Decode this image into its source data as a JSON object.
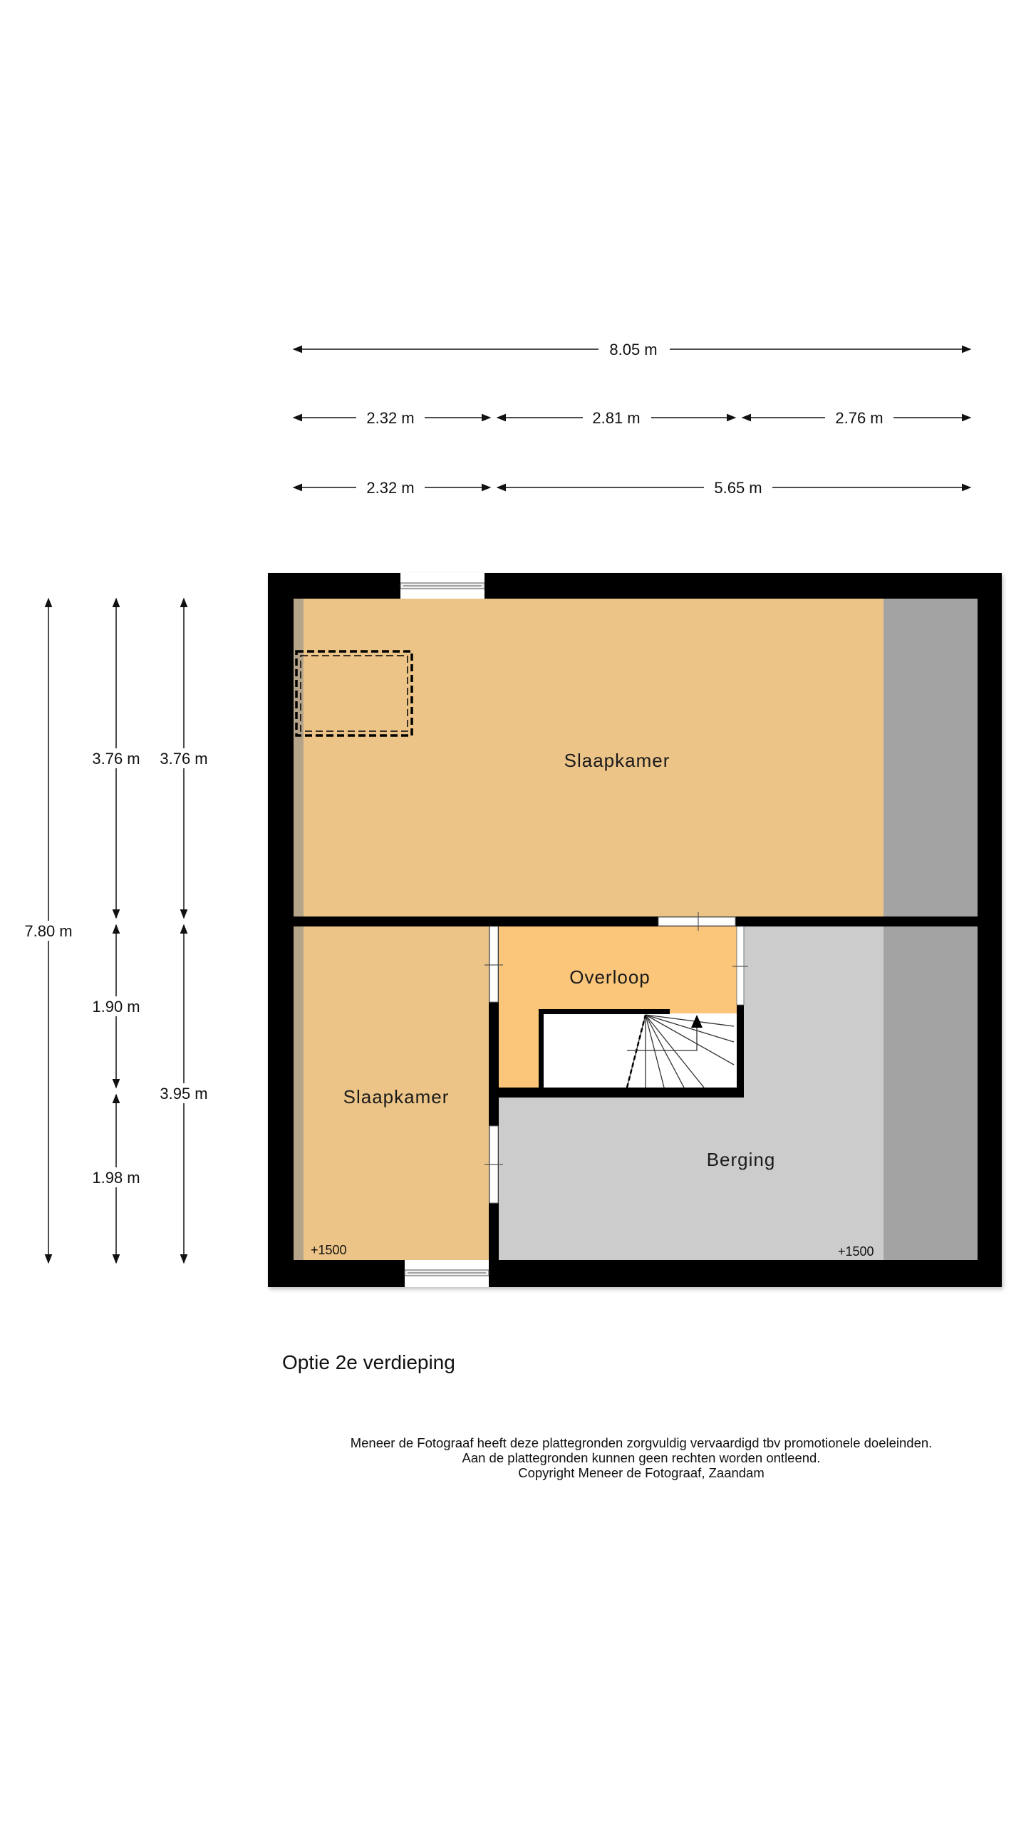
{
  "plan": {
    "floor_name": "Optie 2e verdieping",
    "dimensions": {
      "total_width": "8.05 m",
      "segments_row1": [
        "2.32 m",
        "2.81 m",
        "2.76 m"
      ],
      "segments_row2": [
        "2.32 m",
        "5.65 m"
      ],
      "total_depth": "7.80 m",
      "left_col_a": [
        "3.76 m",
        "1.90 m",
        "1.98 m"
      ],
      "left_col_b": [
        "3.76 m",
        "3.95 m"
      ]
    },
    "rooms": {
      "slaapkamer_top": "Slaapkamer",
      "slaapkamer_bottom": "Slaapkamer",
      "overloop": "Overloop",
      "berging": "Berging"
    },
    "levels": [
      "+1500",
      "+1500"
    ],
    "colors": {
      "wall": "#000000",
      "bedroom": "#ecc488",
      "overloop": "#fbc67a",
      "berging": "#cccccc",
      "low_ceiling": "#a3a3a3"
    }
  },
  "disclaimer": [
    "Meneer de Fotograaf heeft deze plattegronden zorgvuldig vervaardigd tbv promotionele doeleinden.",
    "Aan de plattegronden kunnen geen rechten worden ontleend.",
    "Copyright Meneer de Fotograaf, Zaandam"
  ]
}
